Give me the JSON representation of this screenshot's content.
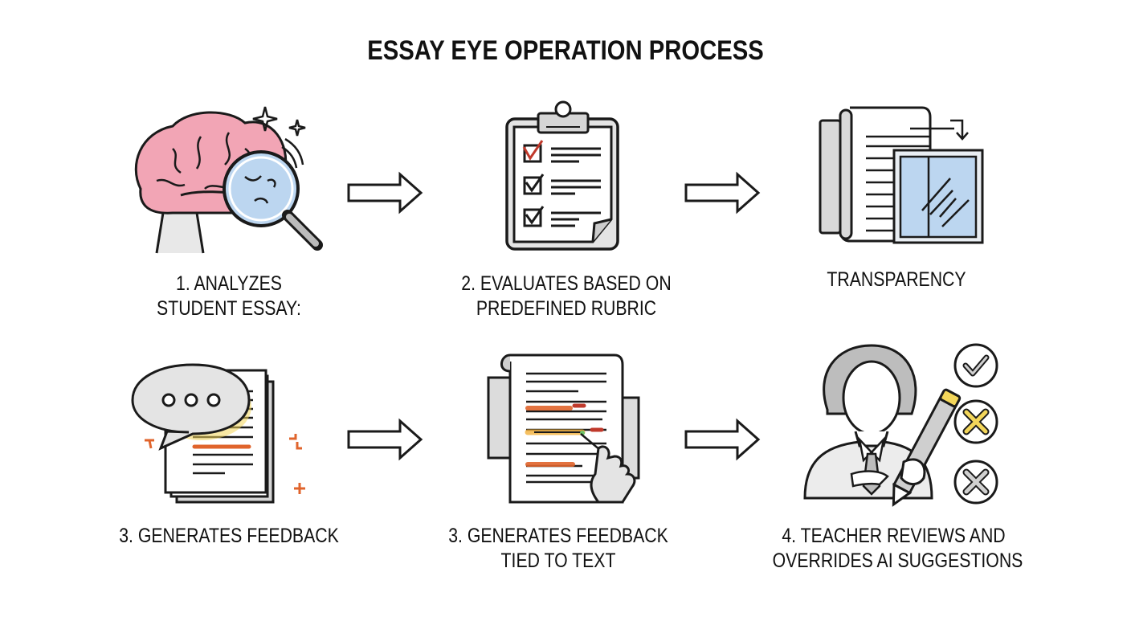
{
  "title": "ESSAY EYE OPERATION PROCESS",
  "steps": [
    {
      "id": "analyze",
      "icon": "brain-magnifier-icon",
      "label_line1": "1. ANALYZES",
      "label_line2": "STUDENT ESSAY:"
    },
    {
      "id": "evaluate",
      "icon": "clipboard-checklist-icon",
      "label_line1": "2. EVALUATES BASED ON",
      "label_line2": "PREDEFINED RUBRIC"
    },
    {
      "id": "transparency",
      "icon": "document-window-icon",
      "label_line1": "TRANSPARENCY",
      "label_line2": ""
    },
    {
      "id": "feedback",
      "icon": "speech-bubble-documents-icon",
      "label_line1": "3. GENERATES FEEDBACK",
      "label_line2": ""
    },
    {
      "id": "feedback-text",
      "icon": "highlighted-document-hand-icon",
      "label_line1": "3. GENERATES FEEDBACK",
      "label_line2": "TIED TO TEXT"
    },
    {
      "id": "teacher-review",
      "icon": "teacher-pencil-icon",
      "label_line1": "4. TEACHER REVIEWS AND",
      "label_line2": "OVERRIDES AI SUGGESTIONS"
    }
  ],
  "arrows": [
    "right-arrow",
    "right-arrow",
    "right-arrow",
    "right-arrow"
  ],
  "colors": {
    "brain_pink": "#f2a5b5",
    "lens_blue": "#bcd6f0",
    "highlight_orange": "#e0642c",
    "highlight_yellow": "#f3d65a",
    "stroke": "#1a1a1a",
    "gray_fill": "#d9d9d9"
  }
}
